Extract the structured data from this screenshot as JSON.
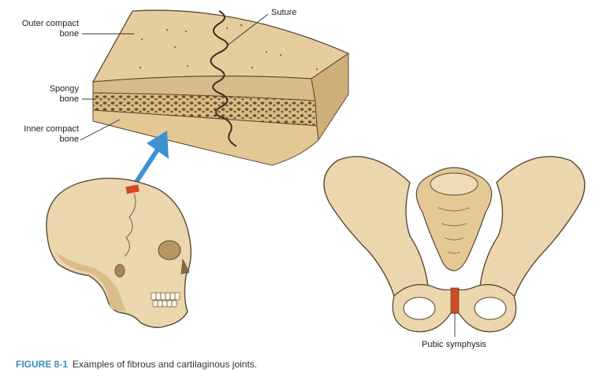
{
  "labels": {
    "outer_compact_line1": "Outer compact",
    "outer_compact_line2": "bone",
    "spongy_line1": "Spongy",
    "spongy_line2": "bone",
    "inner_compact_line1": "Inner compact",
    "inner_compact_line2": "bone",
    "suture": "Suture",
    "pubic_symphysis": "Pubic symphysis"
  },
  "caption": {
    "number": "FIGURE 8-1",
    "text": "Examples of fibrous and cartilaginous joints."
  },
  "colors": {
    "bone": "#e8cfa0",
    "bone_light": "#f2ddb3",
    "bone_shadow": "#c9a874",
    "outline": "#5a4a36",
    "highlight_red": "#d04a22",
    "arrow_blue": "#3c93cf",
    "caption_accent": "#3a8fb7"
  }
}
